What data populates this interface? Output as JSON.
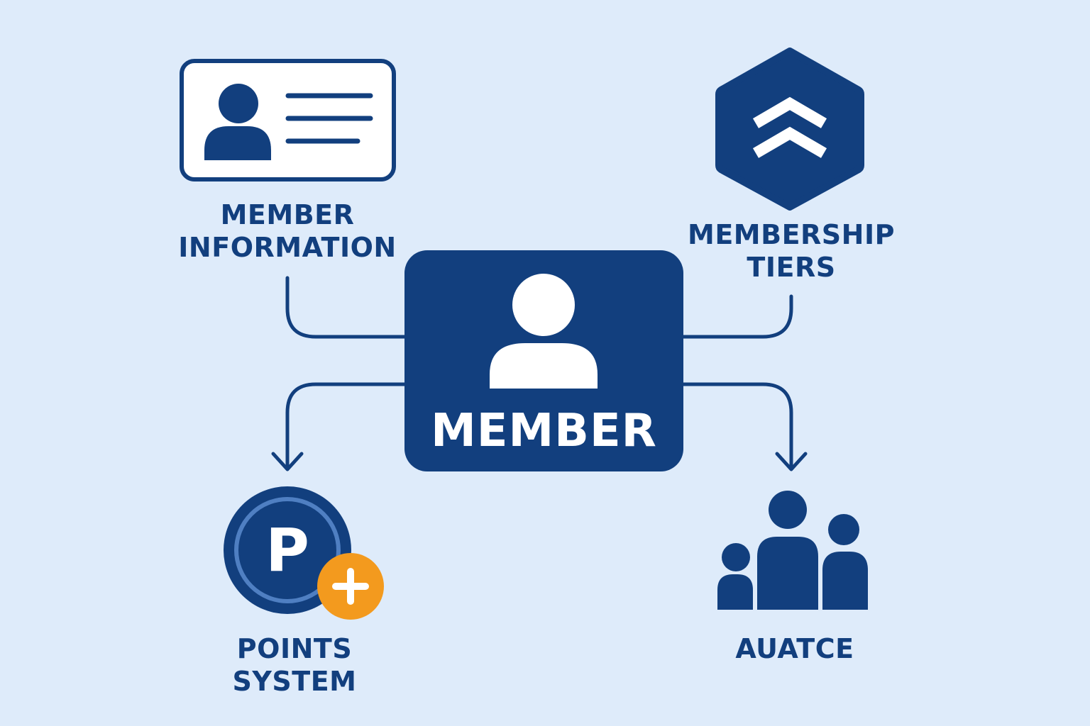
{
  "colors": {
    "background": "#deebfa",
    "primary": "#123f7e",
    "white": "#ffffff",
    "ring": "#4f7fc2",
    "accent": "#f39a1e"
  },
  "center": {
    "label": "MEMBER",
    "icon": "user-icon"
  },
  "nodes": {
    "member_information": {
      "line1": "MEMBER",
      "line2": "INFORMATION",
      "icon": "id-card-icon"
    },
    "membership_tiers": {
      "line1": "MEMBERSHIP",
      "line2": "TIERS",
      "icon": "chevrons-up-hexagon-icon"
    },
    "points_system": {
      "line1": "POINTS",
      "line2": "SYSTEM",
      "icon": "points-plus-icon",
      "badge_letter": "P"
    },
    "audience": {
      "line1": "AUATCE",
      "icon": "group-icon"
    }
  }
}
